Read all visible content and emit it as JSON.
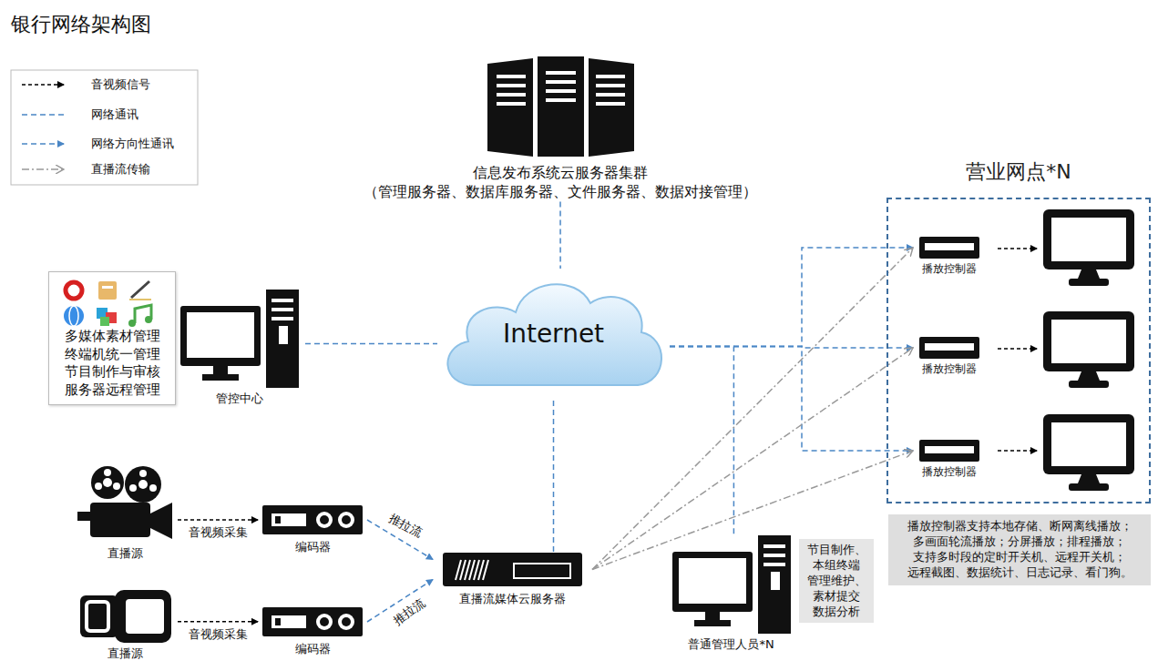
{
  "diagram": {
    "title": "银行网络架构图",
    "nodes": [
      {
        "text": [
          "信息发布系统云服务器集群",
          "（管理服务器、数据库服务器、文件服务器、数据对接管理）"
        ]
      },
      {
        "text": [
          "营业网点*N"
        ]
      },
      {
        "text": [
          "播放控制器"
        ],
        "in": 1
      },
      {
        "text": [
          "多媒体素材管理 终端机统一管理 节目制作与审核 服务器远程管理"
        ]
      },
      {
        "text": [
          "管控中心"
        ]
      },
      {
        "text": [
          "Internet"
        ]
      },
      {
        "text": [
          "播放控制器"
        ],
        "in": 1
      },
      {
        "text": [
          "播放控制器"
        ],
        "in": 1
      },
      {
        "text": [
          "播放控制器支持本地存储、断网离线播放； 多画面轮流播放；分屏播放；排程播放； 支持多时段的定时开关机、远程开关机； 远程截图、数据统计、日志记录、看门狗。"
        ]
      },
      {
        "text": [
          "直播源"
        ]
      },
      {
        "text": [
          "编码器"
        ]
      },
      {
        "text": [
          "直播流媒体云服务器"
        ]
      },
      {
        "text": [
          "普通管理人员*N"
        ]
      },
      {
        "text": [
          "节目制作、 本组终端 管理维护、 素材提交 数据分析"
        ]
      },
      {
        "text": [
          "直播源"
        ]
      },
      {
        "text": [
          "编码器"
        ]
      }
    ],
    "edges": [
      {
        "from": 0,
        "to": 5,
        "arrow": "none"
      },
      {
        "from": 4,
        "to": 5,
        "arrow": "none"
      },
      {
        "from": 5,
        "to": 11,
        "arrow": "none"
      },
      {
        "from": 5,
        "to": 2,
        "arrow": "to"
      },
      {
        "from": 5,
        "to": 6,
        "arrow": "to"
      },
      {
        "from": 5,
        "to": 7,
        "arrow": "to"
      },
      {
        "from": 5,
        "to": 12,
        "arrow": "none"
      },
      {
        "from": 9,
        "to": 10,
        "label": "音视频采集",
        "arrow": "to"
      },
      {
        "from": 14,
        "to": 15,
        "label": "音视频采集",
        "arrow": "to"
      },
      {
        "from": 10,
        "to": 11,
        "label": "推拉流",
        "arrow": "to"
      },
      {
        "from": 15,
        "to": 11,
        "label": "推拉流",
        "arrow": "to"
      },
      {
        "from": 11,
        "to": 2,
        "arrow": "to"
      },
      {
        "from": 11,
        "to": 6,
        "arrow": "to"
      },
      {
        "from": 11,
        "to": 7,
        "arrow": "to"
      }
    ],
    "legend": [
      {
        "text": "音视频信号"
      },
      {
        "text": "网络通讯"
      },
      {
        "text": "网络方向性通讯"
      },
      {
        "text": "直播流传输"
      }
    ]
  }
}
